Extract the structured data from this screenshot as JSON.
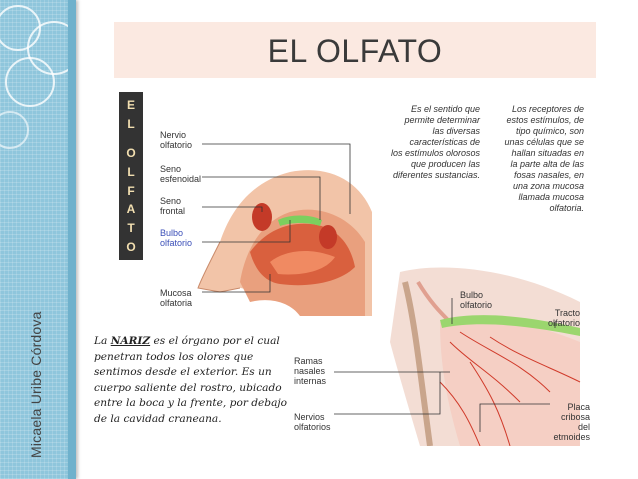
{
  "author": "Micaela Uribe Córdova",
  "title": "EL OLFATO",
  "side_strip": {
    "word1": [
      "E",
      "L"
    ],
    "word2": [
      "O",
      "L",
      "F",
      "A",
      "T",
      "O"
    ]
  },
  "diagram_top": {
    "labels": {
      "nervio": "Nervio\nolfatorio",
      "seno_esf": "Seno\nesfenoidal",
      "seno_frontal": "Seno\nfrontal",
      "bulbo": "Bulbo\nolfatorio",
      "mucosa": "Mucosa\nolfatoria"
    }
  },
  "description_1": "Es el sentido que\npermite determinar\nlas diversas\ncaracterísticas de\nlos estímulos olorosos\nque producen las\ndiferentes sustancias.",
  "description_2": "Los receptores de\nestos estímulos, de\ntipo químico, son\nunas células que se\nhallan situadas en\nla parte alta de las\nfosas nasales, en\nuna zona mucosa\nllamada mucosa\nolfatoria.",
  "diagram_bottom": {
    "labels": {
      "bulbo": "Bulbo\nolfatorio",
      "tracto": "Tracto\nolfatorio",
      "ramas": "Ramas\nnasales\ninternas",
      "nervios": "Nervios\nolfatorios",
      "placa": "Placa\ncribosa\ndel etmoides"
    }
  },
  "body": {
    "prefix": "La ",
    "keyword": "NARIZ",
    "rest": " es el órgano por el cual penetran todos los olores que sentimos desde el exterior. Es un cuerpo saliente del rostro, ubicado entre la boca y la frente, por debajo de la cavidad craneana."
  }
}
